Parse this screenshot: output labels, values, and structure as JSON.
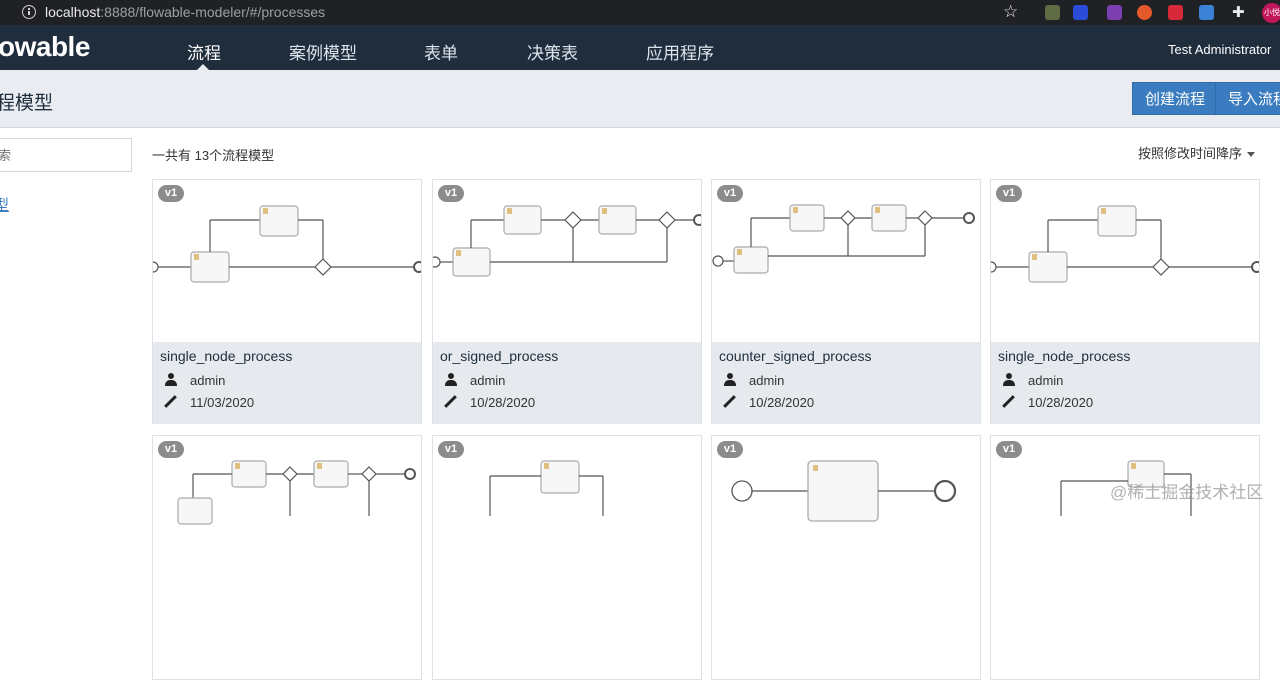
{
  "browser": {
    "url_host": "localhost",
    "url_rest": ":8888/flowable-modeler/#/processes",
    "profile_label": "小悦"
  },
  "nav": {
    "brand": "owable",
    "items": [
      "流程",
      "案例模型",
      "表单",
      "决策表",
      "应用程序"
    ],
    "active_index": 0,
    "user": "Test Administrator"
  },
  "header": {
    "title": "程模型",
    "create_button": "创建流程",
    "import_button": "导入流程"
  },
  "sidebar": {
    "search_placeholder": "索",
    "link": "型"
  },
  "list": {
    "count_text": "一共有 13个流程模型",
    "sort_label": "按照修改时间降序"
  },
  "cards": [
    {
      "version": "v1",
      "name": "single_node_process",
      "author": "admin",
      "date": "11/03/2020"
    },
    {
      "version": "v1",
      "name": "or_signed_process",
      "author": "admin",
      "date": "10/28/2020"
    },
    {
      "version": "v1",
      "name": "counter_signed_process",
      "author": "admin",
      "date": "10/28/2020"
    },
    {
      "version": "v1",
      "name": "single_node_process",
      "author": "admin",
      "date": "10/28/2020"
    },
    {
      "version": "v1"
    },
    {
      "version": "v1"
    },
    {
      "version": "v1"
    },
    {
      "version": "v1"
    }
  ],
  "watermark": "@稀土掘金技术社区",
  "colors": {
    "navbar": "#1f2d3d",
    "subheader": "#e9edf1",
    "primary": "#3a7cbf",
    "card_info": "#e6eaee",
    "version_badge": "#8c8c8c"
  }
}
